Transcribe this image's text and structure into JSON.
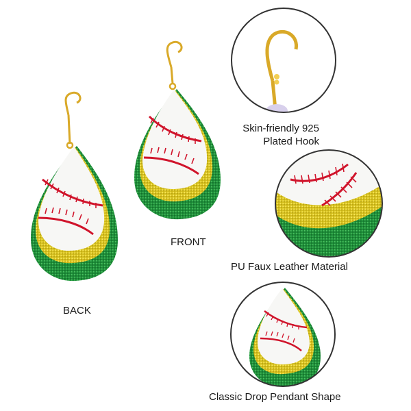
{
  "labels": {
    "back": "BACK",
    "front": "FRONT",
    "hook_line1": "Skin-friendly 925",
    "hook_line2": "Plated Hook",
    "material": "PU Faux Leather Material",
    "shape": "Classic Drop Pendant Shape"
  },
  "colors": {
    "leather_white": "#f7f7f5",
    "stitch_red": "#d0142b",
    "glitter_gold": "#d8c21e",
    "glitter_green": "#1f8f3a",
    "hook_gold": "#d9a928",
    "circle_border": "#333333"
  },
  "icons": {
    "earring_back": "baseball-earring-icon",
    "earring_front": "baseball-earring-icon",
    "hook_detail": "earring-hook-icon",
    "material_detail": "glitter-layers-icon",
    "shape_detail": "teardrop-pendant-icon"
  }
}
